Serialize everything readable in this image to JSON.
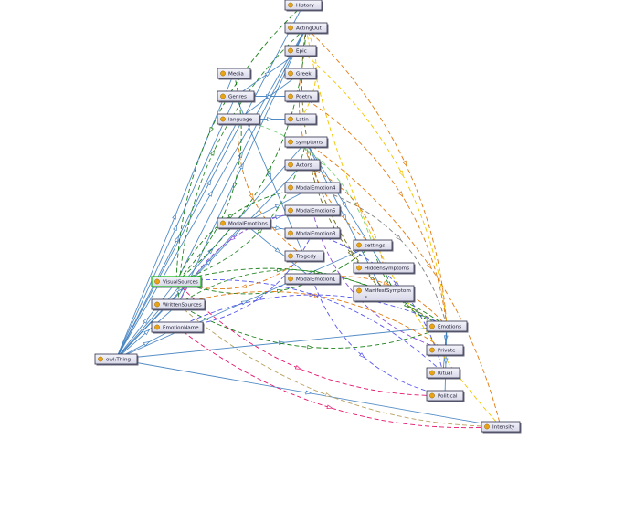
{
  "diagram": {
    "nodes": [
      {
        "id": "history",
        "label": "History"
      },
      {
        "id": "actingout",
        "label": "ActingOut"
      },
      {
        "id": "epic",
        "label": "Epic"
      },
      {
        "id": "media",
        "label": "Media"
      },
      {
        "id": "greek",
        "label": "Greek"
      },
      {
        "id": "genres",
        "label": "Genres"
      },
      {
        "id": "poetry",
        "label": "Poetry"
      },
      {
        "id": "language",
        "label": "language"
      },
      {
        "id": "latin",
        "label": "Latin"
      },
      {
        "id": "symptoms",
        "label": "symptoms"
      },
      {
        "id": "actors",
        "label": "Actors"
      },
      {
        "id": "modal4",
        "label": "ModalEmotion4"
      },
      {
        "id": "modal5",
        "label": "ModalEmotion5"
      },
      {
        "id": "modalemotions",
        "label": "ModalEmotions"
      },
      {
        "id": "modal3",
        "label": "ModalEmotion3"
      },
      {
        "id": "settings",
        "label": "settings"
      },
      {
        "id": "tragedy",
        "label": "Tragedy"
      },
      {
        "id": "hiddensymptoms",
        "label": "Hiddensymptoms"
      },
      {
        "id": "visualsources",
        "label": "VisualSources",
        "selected": true
      },
      {
        "id": "modal1",
        "label": "ModalEmotion1"
      },
      {
        "id": "manifestsymptoms",
        "label": "ManifestSymptoms"
      },
      {
        "id": "writtensources",
        "label": "WrittenSources"
      },
      {
        "id": "emotions",
        "label": "Emotions"
      },
      {
        "id": "emotionname",
        "label": "EmotionName"
      },
      {
        "id": "private",
        "label": "Private"
      },
      {
        "id": "owlthing",
        "label": "owl:Thing"
      },
      {
        "id": "ritual",
        "label": "Ritual"
      },
      {
        "id": "political",
        "label": "Political"
      },
      {
        "id": "intensity",
        "label": "Intensity"
      }
    ],
    "hierarchy_edges": [
      [
        "owlthing",
        "history"
      ],
      [
        "owlthing",
        "actingout"
      ],
      [
        "owlthing",
        "media"
      ],
      [
        "owlthing",
        "genres"
      ],
      [
        "owlthing",
        "language"
      ],
      [
        "owlthing",
        "symptoms"
      ],
      [
        "owlthing",
        "actors"
      ],
      [
        "owlthing",
        "modalemotions"
      ],
      [
        "owlthing",
        "settings"
      ],
      [
        "owlthing",
        "emotions"
      ],
      [
        "owlthing",
        "emotionname"
      ],
      [
        "owlthing",
        "intensity"
      ],
      [
        "owlthing",
        "visualsources"
      ],
      [
        "owlthing",
        "writtensources"
      ],
      [
        "genres",
        "epic"
      ],
      [
        "genres",
        "poetry"
      ],
      [
        "genres",
        "tragedy"
      ],
      [
        "language",
        "greek"
      ],
      [
        "language",
        "latin"
      ],
      [
        "modalemotions",
        "modal4"
      ],
      [
        "modalemotions",
        "modal5"
      ],
      [
        "modalemotions",
        "modal3"
      ],
      [
        "modalemotions",
        "modal1"
      ],
      [
        "symptoms",
        "hiddensymptoms"
      ],
      [
        "symptoms",
        "manifestsymptoms"
      ],
      [
        "emotions",
        "private"
      ],
      [
        "emotions",
        "ritual"
      ],
      [
        "emotions",
        "political"
      ],
      [
        "visualsources",
        "actingout"
      ],
      [
        "writtensources",
        "actingout"
      ]
    ],
    "relation_edges": [
      {
        "from": "visualsources",
        "to": "actingout",
        "color": "#1a7f1a"
      },
      {
        "from": "visualsources",
        "to": "modal4",
        "color": "#1a7f1a"
      },
      {
        "from": "visualsources",
        "to": "settings",
        "color": "#1a7f1a"
      },
      {
        "from": "visualsources",
        "to": "emotions",
        "color": "#1a7f1a"
      },
      {
        "from": "visualsources",
        "to": "symptoms",
        "color": "#2e8b2e"
      },
      {
        "from": "writtensources",
        "to": "actingout",
        "color": "#2e8b2e"
      },
      {
        "from": "writtensources",
        "to": "emotions",
        "color": "#1a7f1a"
      },
      {
        "from": "writtensources",
        "to": "manifestsymptoms",
        "color": "#2e8b2e"
      },
      {
        "from": "actingout",
        "to": "intensity",
        "color": "#f2c500"
      },
      {
        "from": "actingout",
        "to": "emotions",
        "color": "#e07b10"
      },
      {
        "from": "actingout",
        "to": "manifestsymptoms",
        "color": "#6b6b1a"
      },
      {
        "from": "epic",
        "to": "emotions",
        "color": "#f2c500"
      },
      {
        "from": "greek",
        "to": "settings",
        "color": "#e07b10"
      },
      {
        "from": "symptoms",
        "to": "intensity",
        "color": "#e07b10"
      },
      {
        "from": "symptoms",
        "to": "emotions",
        "color": "#6b6b1a"
      },
      {
        "from": "modal4",
        "to": "emotions",
        "color": "#808080"
      },
      {
        "from": "modal5",
        "to": "private",
        "color": "#8a4fd6"
      },
      {
        "from": "modal3",
        "to": "ritual",
        "color": "#5555ee"
      },
      {
        "from": "modal1",
        "to": "political",
        "color": "#5555ee"
      },
      {
        "from": "emotionname",
        "to": "emotions",
        "color": "#5555ee"
      },
      {
        "from": "emotionname",
        "to": "intensity",
        "color": "#e6146e"
      },
      {
        "from": "writtensources",
        "to": "private",
        "color": "#e07b10"
      },
      {
        "from": "writtensources",
        "to": "intensity",
        "color": "#b8a060"
      },
      {
        "from": "visualsources",
        "to": "ritual",
        "color": "#5555ee"
      },
      {
        "from": "visualsources",
        "to": "political",
        "color": "#e6146e"
      },
      {
        "from": "language",
        "to": "settings",
        "color": "#7ad07a"
      },
      {
        "from": "language",
        "to": "tragedy",
        "color": "#e07b10"
      },
      {
        "from": "actors",
        "to": "hiddensymptoms",
        "color": "#e07b10"
      },
      {
        "from": "settings",
        "to": "emotions",
        "color": "#2e8b2e"
      },
      {
        "from": "modal1",
        "to": "emotions",
        "color": "#e07b10"
      },
      {
        "from": "hiddensymptoms",
        "to": "emotions",
        "color": "#1a7f1a"
      },
      {
        "from": "tragedy",
        "to": "visualsources",
        "color": "#e07b10"
      },
      {
        "from": "modal5",
        "to": "writtensources",
        "color": "#8a4fd6"
      },
      {
        "from": "modal3",
        "to": "emotionname",
        "color": "#5555ee"
      },
      {
        "from": "history",
        "to": "visualsources",
        "color": "#1a7f1a"
      },
      {
        "from": "media",
        "to": "visualsources",
        "color": "#1a7f1a"
      },
      {
        "from": "latin",
        "to": "actingout",
        "color": "#f2c500"
      },
      {
        "from": "poetry",
        "to": "emotions",
        "color": "#e07b10"
      }
    ]
  }
}
